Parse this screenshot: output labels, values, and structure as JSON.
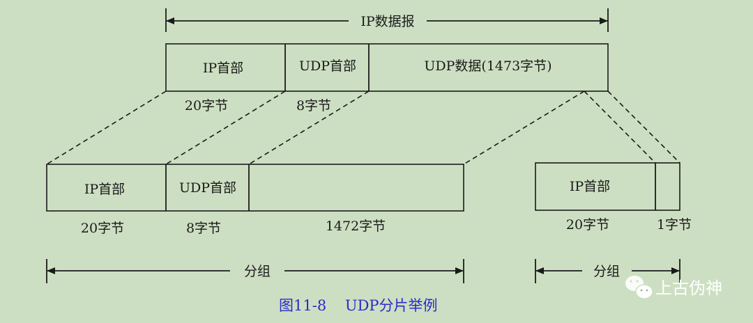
{
  "top": {
    "span_label": "IP数据报",
    "fields": [
      "IP首部",
      "UDP首部",
      "UDP数据(1473字节)"
    ],
    "sizes": [
      "20字节",
      "8字节"
    ]
  },
  "fragment1": {
    "fields": [
      "IP首部",
      "UDP首部"
    ],
    "sizes": [
      "20字节",
      "8字节",
      "1472字节"
    ],
    "span_label": "分组"
  },
  "fragment2": {
    "fields": [
      "IP首部"
    ],
    "sizes": [
      "20字节",
      "1字节"
    ],
    "span_label": "分组"
  },
  "caption": "图11-8    UDP分片举例",
  "watermark": "上古伪神",
  "colors": {
    "background": "#cddfc2",
    "caption": "#2b2bc8"
  }
}
